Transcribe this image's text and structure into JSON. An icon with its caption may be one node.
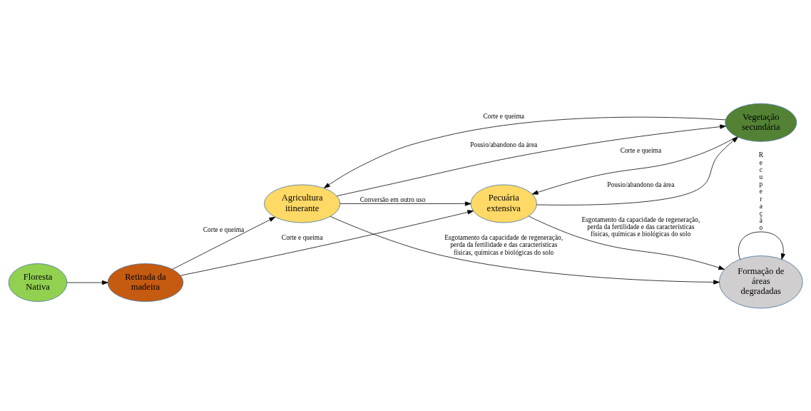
{
  "diagram": {
    "nodes": [
      {
        "text": [
          "Floresta Nativa"
        ]
      },
      {
        "text": [
          "Retirada da madeira"
        ]
      },
      {
        "text": [
          "Agricultura itinerante"
        ]
      },
      {
        "text": [
          "Pecuária extensiva"
        ]
      },
      {
        "text": [
          "Vegetação secundária"
        ]
      },
      {
        "text": [
          "Formação de áreas degradadas"
        ]
      }
    ],
    "edges": [
      {
        "from": 0,
        "to": 1,
        "arrow": "to"
      },
      {
        "from": 1,
        "to": 2,
        "arrow": "to",
        "label": "Corte e queima"
      },
      {
        "from": 1,
        "to": 3,
        "arrow": "to",
        "label": "Corte e queima"
      },
      {
        "from": 2,
        "to": 3,
        "arrow": "to",
        "label": "Conversão em outro uso"
      },
      {
        "from": 2,
        "to": 4,
        "arrow": "to",
        "label": "Pousio/abandono da área"
      },
      {
        "from": 3,
        "to": 4,
        "arrow": "to",
        "label": "Pousio/abandono da área"
      },
      {
        "from": 4,
        "to": 2,
        "arrow": "to",
        "label": "Corte e queima"
      },
      {
        "from": 4,
        "to": 3,
        "arrow": "to",
        "label": "Corte e queima"
      },
      {
        "from": 2,
        "to": 5,
        "arrow": "to",
        "label": "Esgotamento da capacidade de regeneração, perda da fertilidade e das características físicas, químicas e biológicas do solo"
      },
      {
        "from": 3,
        "to": 5,
        "arrow": "to",
        "label": "Esgotamento da capacidade de regeneração, perda da fertilidade e das características físicas, químicas e biológicas do solo"
      },
      {
        "from": 5,
        "to": 5,
        "arrow": "to",
        "label": "Recuperação"
      }
    ]
  }
}
